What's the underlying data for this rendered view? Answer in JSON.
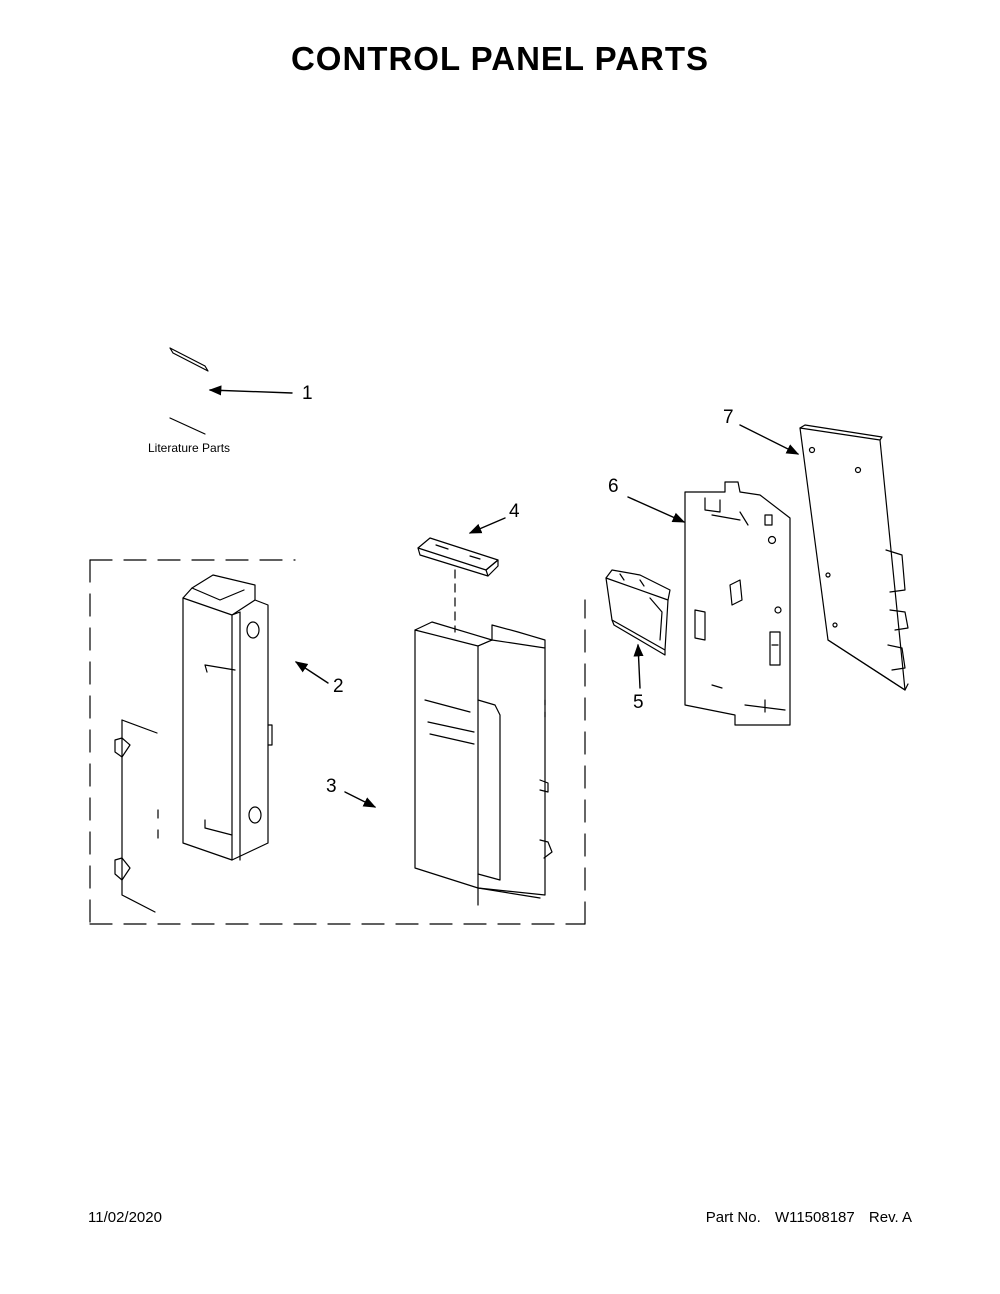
{
  "title": "CONTROL PANEL PARTS",
  "literature_label": "Literature Parts",
  "callouts": [
    "1",
    "2",
    "3",
    "4",
    "5",
    "6",
    "7"
  ],
  "footer": {
    "date": "11/02/2020",
    "part_label": "Part No.",
    "part_number": "W11508187",
    "revision": "Rev. A"
  }
}
